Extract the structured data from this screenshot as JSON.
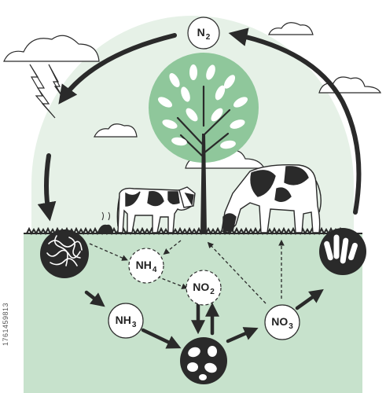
{
  "colors": {
    "accent_green": "#8fc79b",
    "light_green": "#e6f1e7",
    "soil_green": "#c7e2cc",
    "ink": "#2a2a2a",
    "white": "#ffffff"
  },
  "nodes": {
    "nitrogen": {
      "base": "N",
      "sub": "2"
    },
    "ammonium": {
      "base": "NH",
      "sub": "4"
    },
    "nitrite": {
      "base": "NO",
      "sub": "2"
    },
    "ammonia": {
      "base": "NH",
      "sub": "3"
    },
    "nitrate": {
      "base": "NO",
      "sub": "3"
    }
  },
  "icons": {
    "decomposer_circle": "worms-icon",
    "bacteria_circle": "bacteria-icon",
    "root_nodule_circle": "root-bacteria-icon",
    "tree": "tree-icon",
    "cows": "cow-icon",
    "clouds": "cloud-icon",
    "lightning": "lightning-icon"
  },
  "watermark": {
    "id_text": "1761459813"
  }
}
